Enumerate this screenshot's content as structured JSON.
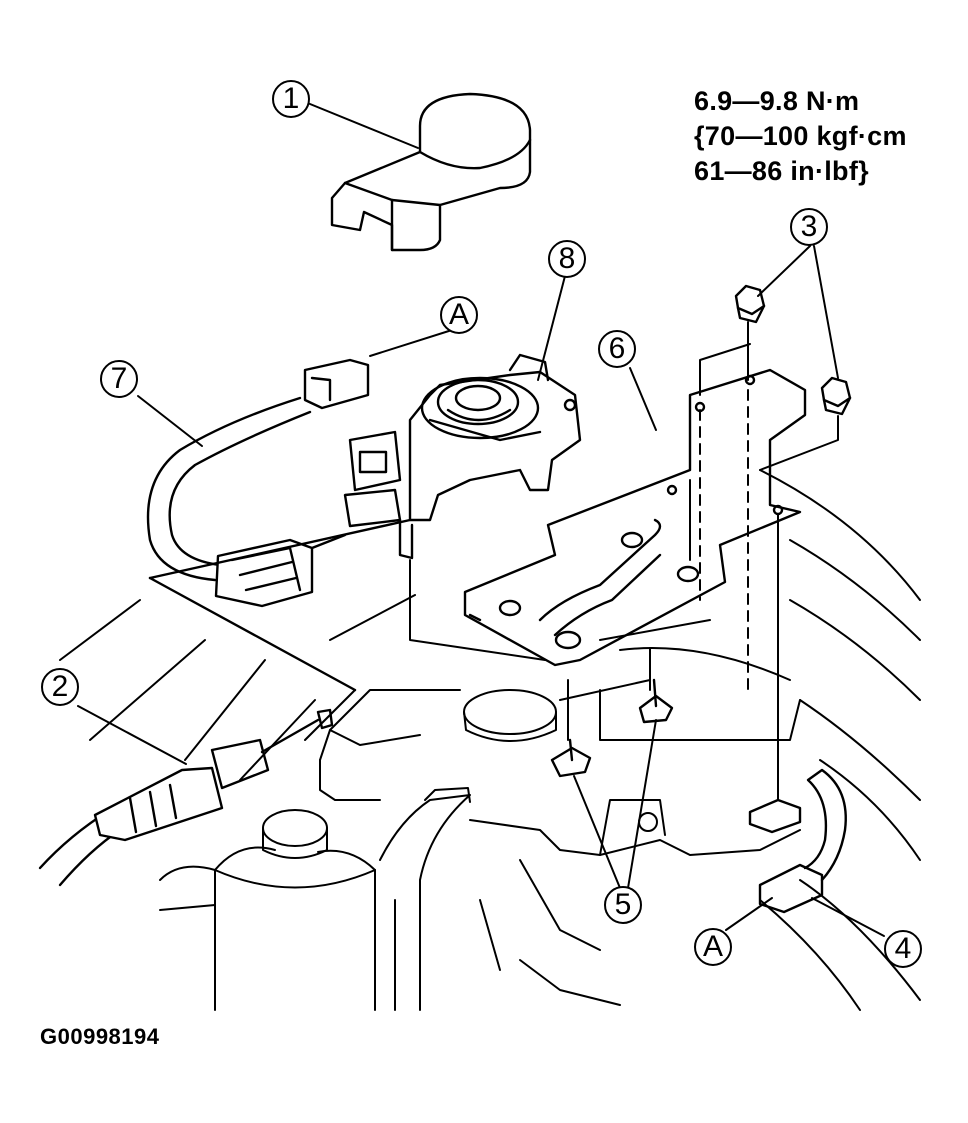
{
  "torque_spec": {
    "line1": "6.9—9.8 N·m",
    "line2": "{70—100 kgf·cm",
    "line3": "61—86 in·lbf}"
  },
  "figure_id": "G00998194",
  "callouts": {
    "c1": "1",
    "c2": "2",
    "c3": "3",
    "c4": "4",
    "c5": "5",
    "c6": "6",
    "c7": "7",
    "c8": "8",
    "a_top": "A",
    "a_bottom": "A"
  },
  "colors": {
    "line": "#000000",
    "background": "#ffffff"
  }
}
